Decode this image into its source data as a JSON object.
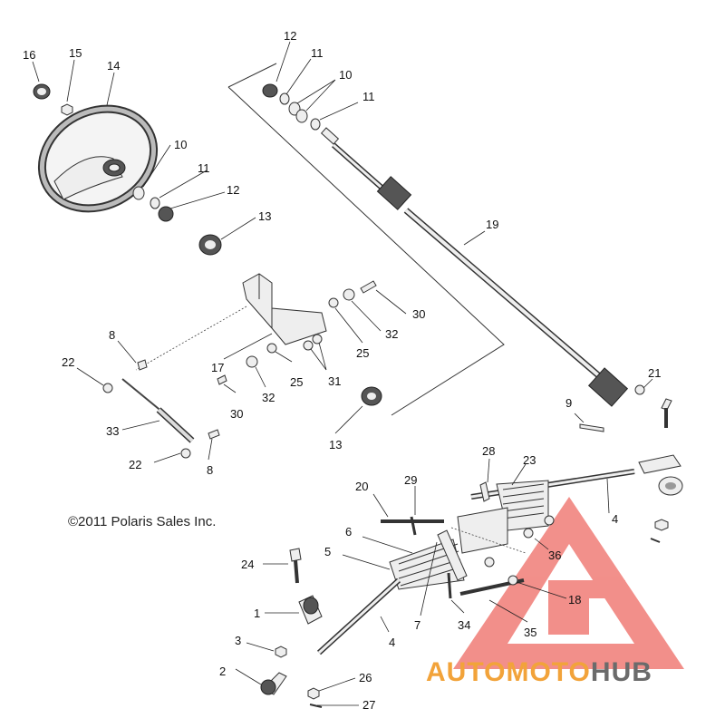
{
  "copyright": "©2011 Polaris Sales Inc.",
  "watermark": {
    "part1": "AUTOMOTO",
    "part2": "HUB",
    "colors": {
      "triangle": "#e8352c",
      "part1": "#f2a33a",
      "part2": "#6b6b6b"
    }
  },
  "callouts": {
    "c16": "16",
    "c15": "15",
    "c14": "14",
    "c12a": "12",
    "c11a": "11",
    "c10a": "10",
    "c11b": "11",
    "c10b": "10",
    "c11c": "11",
    "c12b": "12",
    "c13a": "13",
    "c19": "19",
    "c30a": "30",
    "c32a": "32",
    "c25a": "25",
    "c8a": "8",
    "c22a": "22",
    "c17": "17",
    "c25b": "25",
    "c31": "31",
    "c30b": "30",
    "c32b": "32",
    "c13b": "13",
    "c33": "33",
    "c22b": "22",
    "c8b": "8",
    "c9": "9",
    "c21": "21",
    "c28": "28",
    "c23": "23",
    "c20": "20",
    "c29": "29",
    "c4a": "4",
    "c6": "6",
    "c5": "5",
    "c36": "36",
    "c24": "24",
    "c18": "18",
    "c1": "1",
    "c7": "7",
    "c34": "34",
    "c35": "35",
    "c3": "3",
    "c4b": "4",
    "c2": "2",
    "c26": "26",
    "c27": "27"
  }
}
